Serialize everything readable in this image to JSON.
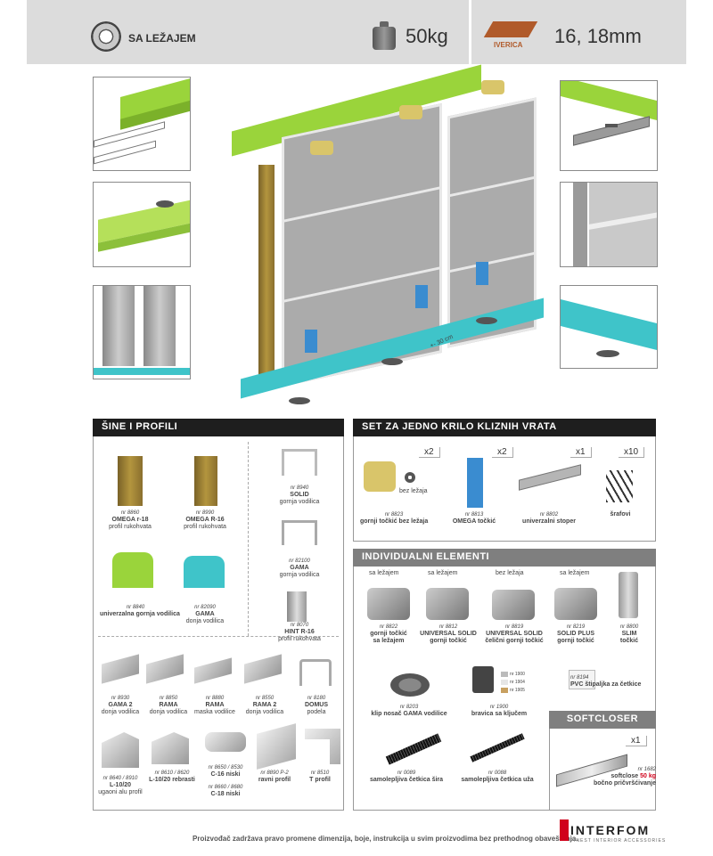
{
  "header": {
    "bearing_label": "SA LEŽAJEM",
    "weight_label": "50kg",
    "material_label": "IVERICA",
    "thickness_label": "16, 18mm"
  },
  "diagram": {
    "distance_label": "+- 30 cm"
  },
  "sections": {
    "rails": {
      "title": "ŠINE I PROFILI",
      "items": [
        {
          "nr": "nr 8860",
          "name": "OMEGA r-18",
          "desc": "profil rukohvata"
        },
        {
          "nr": "nr 8990",
          "name": "OMEGA R-16",
          "desc": "profil rukohvata"
        },
        {
          "nr": "nr 8940",
          "name": "SOLID",
          "desc": "gornja vodilica"
        },
        {
          "nr": "nr 82100",
          "name": "GAMA",
          "desc": "gornja vodilica"
        },
        {
          "nr": "nr 8840",
          "name": "univerzalna gornja vodilica",
          "desc": ""
        },
        {
          "nr": "nr 82090",
          "name": "GAMA",
          "desc": "donja vodilica"
        },
        {
          "nr": "nr 8070",
          "name": "HINT R-16",
          "desc": "profil rukohvata"
        },
        {
          "nr": "nr 8930",
          "name": "GAMA 2",
          "desc": "donja vodilica"
        },
        {
          "nr": "nr 8850",
          "name": "RAMA",
          "desc": "donja vodilica"
        },
        {
          "nr": "nr 8880",
          "name": "RAMA",
          "desc": "maska vodilice"
        },
        {
          "nr": "nr 8550",
          "name": "RAMA 2",
          "desc": "donja vodilica"
        },
        {
          "nr": "nr 8180",
          "name": "DOMUS",
          "desc": "podela"
        },
        {
          "nr": "nr 8640 / 8910",
          "name": "L-10/20",
          "desc": "ugaoni alu profil"
        },
        {
          "nr": "nr 8610 / 8620",
          "name": "L-10/20 rebrasti",
          "desc": ""
        },
        {
          "nr": "nr 8650 / 8530",
          "name": "C-16 niski",
          "desc": ""
        },
        {
          "nr": "nr 8660 / 8680",
          "name": "C-18 niski",
          "desc": ""
        },
        {
          "nr": "nr 8890 P-2",
          "name": "ravni profil",
          "desc": ""
        },
        {
          "nr": "nr 8510",
          "name": "T profil",
          "desc": ""
        }
      ]
    },
    "set": {
      "title": "SET ZA JEDNO KRILO KLIZNIH VRATA",
      "items": [
        {
          "qty": "x2",
          "nr": "nr 8823",
          "name": "gornji točkić bez ležaja",
          "note": "bez ležaja"
        },
        {
          "qty": "x2",
          "nr": "nr 8813",
          "name": "OMEGA točkić",
          "note": ""
        },
        {
          "qty": "x1",
          "nr": "nr 8802",
          "name": "univerzalni stoper",
          "note": ""
        },
        {
          "qty": "x10",
          "nr": "",
          "name": "šrafovi",
          "note": ""
        }
      ]
    },
    "individual": {
      "title": "INDIVIDUALNI ELEMENTI",
      "wheels": [
        {
          "top": "sa ležajem",
          "nr": "nr 8822",
          "name": "gornji točkić",
          "desc": "sa ležajem"
        },
        {
          "top": "sa ležajem",
          "nr": "nr 8812",
          "name": "UNIVERSAL SOLID",
          "desc": "gornji točkić"
        },
        {
          "top": "bez ležaja",
          "nr": "nr 8819",
          "name": "UNIVERSAL SOLID",
          "desc": "čelični gornji točkić"
        },
        {
          "top": "sa ležajem",
          "nr": "nr 8219",
          "name": "SOLID PLUS",
          "desc": "gornji točkić"
        },
        {
          "top": "",
          "nr": "nr 8800",
          "name": "SLIM",
          "desc": "točkić"
        }
      ],
      "misc": [
        {
          "nr": "nr 8203",
          "name": "klip nosač GAMA vodilice"
        },
        {
          "nr": "nr 1900",
          "name": "bravica sa ključem"
        },
        {
          "nr": "nr 8194",
          "name": "PVC štipaljka za četkice"
        },
        {
          "nr": "nr 0089",
          "name": "samolepljiva četkica šira"
        },
        {
          "nr": "nr 0088",
          "name": "samolepljiva četkica uža"
        }
      ],
      "lock_variants": [
        "nr 1900",
        "nr 1904",
        "nr 1905"
      ]
    },
    "softcloser": {
      "title": "SOFTCLOSER",
      "qty": "x1",
      "nr": "nr 1682",
      "name": "softclose",
      "weight": "50 kg",
      "desc": "bočno pričvršćivanje"
    }
  },
  "footer": {
    "disclaimer": "Proizvođač zadržava pravo promene dimenzija, boje, instrukcija u svim proizvodima bez prethodnog obaveštenja.",
    "logo": "INTERFOM",
    "logo_sub": "FINEST INTERIOR ACCESSORIES"
  },
  "colors": {
    "lime": "#9ad43b",
    "cyan": "#3fc4c9",
    "wood": "#a0823a",
    "panel_grey": "#a8a8a8",
    "header_bg": "#dcdcdc",
    "accent_red": "#d0021b"
  }
}
